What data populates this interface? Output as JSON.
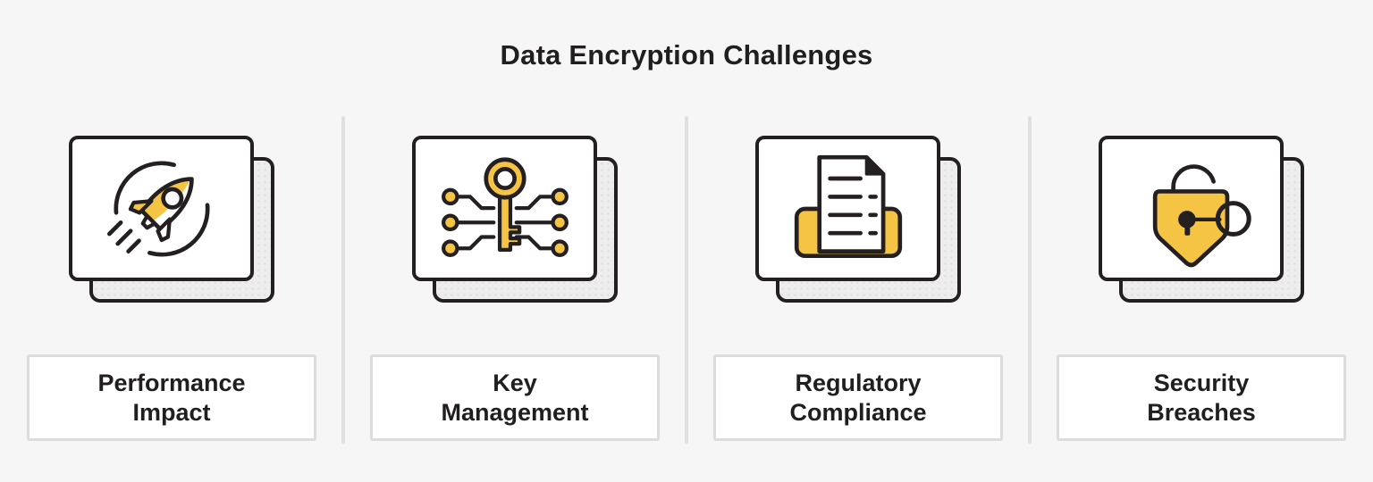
{
  "page": {
    "title": "Data Encryption Challenges",
    "background_color": "#f6f6f7",
    "accent_color": "#f6c445",
    "outline_color": "#242021",
    "divider_color": "#e1e1e3",
    "text_color": "#211e1f"
  },
  "items": [
    {
      "label": "Performance\nImpact",
      "icon": "rocket-icon"
    },
    {
      "label": "Key\nManagement",
      "icon": "circuit-key-icon"
    },
    {
      "label": "Regulatory\nCompliance",
      "icon": "document-tray-icon"
    },
    {
      "label": "Security\nBreaches",
      "icon": "unlocked-shield-icon"
    }
  ]
}
